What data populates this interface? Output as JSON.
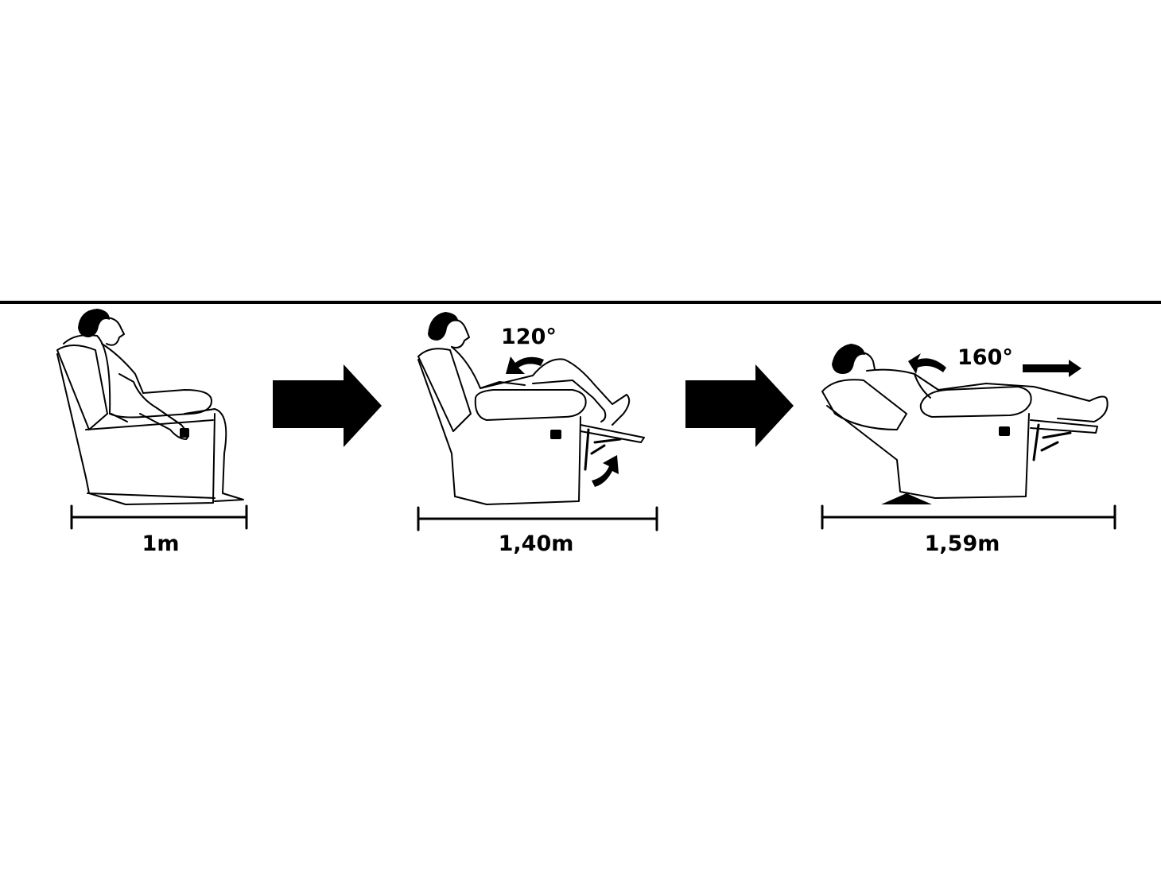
{
  "stages": [
    {
      "width_label": "1m",
      "angle_label": ""
    },
    {
      "width_label": "1,40m",
      "angle_label": "120°"
    },
    {
      "width_label": "1,59m",
      "angle_label": "160°"
    }
  ],
  "colors": {
    "ink": "#000000",
    "background": "#ffffff"
  },
  "icons": [
    "arrow-right-icon",
    "curved-arrow-icon"
  ]
}
